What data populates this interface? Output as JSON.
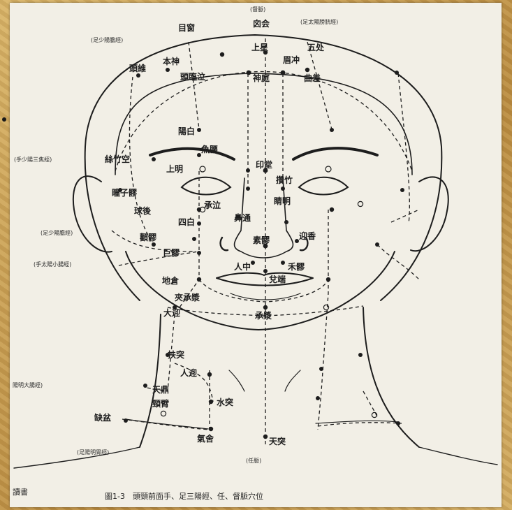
{
  "points": {
    "xinhui": "囟会",
    "muchuang": "目窗",
    "shangxing": "上星",
    "wuchu": "五处",
    "benshen": "本神",
    "meichong": "眉冲",
    "touwei": "頭維",
    "toulinqi": "頭臨泣",
    "shenting": "神庭",
    "qucha": "曲差",
    "yangbai": "陽白",
    "yuyao": "魚腰",
    "sizhukong": "絲竹空",
    "yintang": "印堂",
    "shangming": "上明",
    "cuanzhu": "攢竹",
    "tongziliao": "瞳子髎",
    "jingming": "睛明",
    "chengqi": "承泣",
    "qiuhou": "球後",
    "sibai": "四白",
    "bitong": "鼻通",
    "quanliao": "顴髎",
    "suliao": "素髎",
    "yingxiang": "迎香",
    "juliao": "巨髎",
    "renzhong": "人中",
    "heliao": "禾髎",
    "duiduan": "兌端",
    "dicang": "地倉",
    "jiachengjiang": "夾承漿",
    "daying": "大迎",
    "chengjiang": "承漿",
    "futu": "扶突",
    "renying": "人迎",
    "tianding": "天鼎",
    "jingbi": "頸臂",
    "shuitu": "水突",
    "quepen": "缺盆",
    "qishe": "氣舍",
    "tiantu": "天突"
  },
  "meridians": {
    "du": "(督脈)",
    "zutaiyang_bladder": "(足太陽膀胱經)",
    "zushaoyang_gallbladder": "(足少陽膽經)",
    "shoushaoyang_sanjiao": "(手少陽三焦經)",
    "zushaoyang_gallbladder_2": "(足少陽膽經)",
    "shoutaiyang_smallintestine": "(手太陽小腸經)",
    "yangming_largeintestine": "陽明大腸經)",
    "zuyangming_stomach": "(足陽明胃經)",
    "ren": "(任脈)"
  },
  "caption": "圖1-3　頭頸前面手、足三陽經、任、督脈穴位",
  "corner_text": "讀書",
  "colors": {
    "ink": "#1d1d1d",
    "paper": "#f2efe6",
    "frame": "#c9a25a"
  }
}
